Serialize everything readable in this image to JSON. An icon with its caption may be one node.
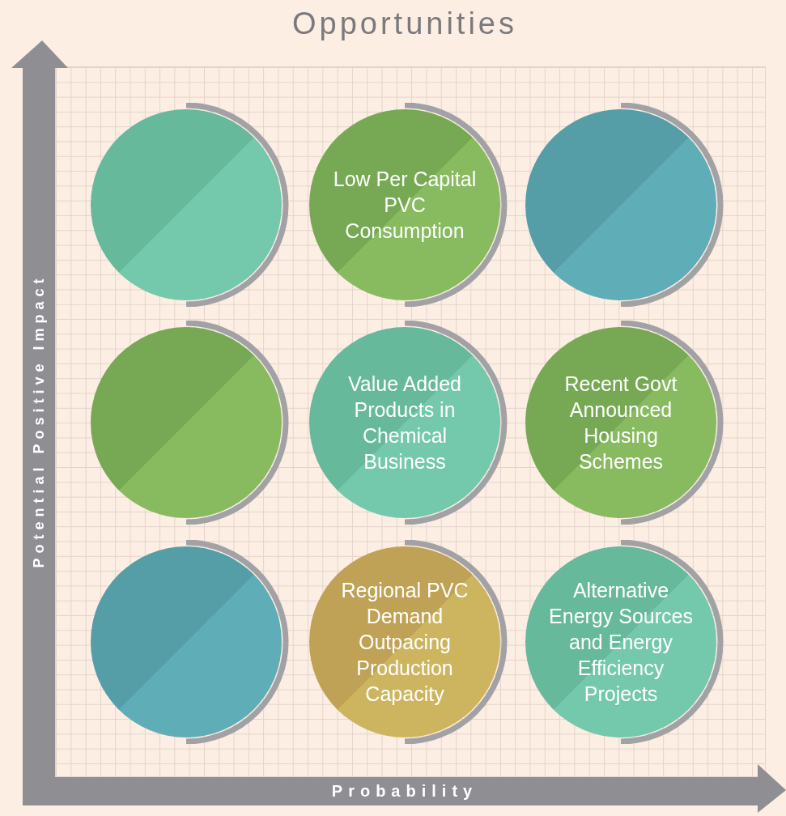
{
  "diagram": {
    "title": "Opportunities",
    "nodes": [
      {
        "text": [],
        "shape": "circle"
      },
      {
        "text": [
          "Low Per Capital PVC Consumption"
        ]
      },
      {
        "text": [],
        "shape": "circle"
      },
      {
        "text": [],
        "shape": "circle"
      },
      {
        "text": [
          "Value Added Products in Chemical Business"
        ]
      },
      {
        "text": [
          "Recent Govt Announced Housing Schemes"
        ]
      },
      {
        "text": [],
        "shape": "circle"
      },
      {
        "text": [
          "Regional PVC Demand Outpacing Production Capacity"
        ]
      },
      {
        "text": [
          "Alternative Energy Sources and Energy Efficiency Projects"
        ]
      }
    ],
    "labels": [
      "Potential Positive Impact",
      "Probability"
    ]
  }
}
